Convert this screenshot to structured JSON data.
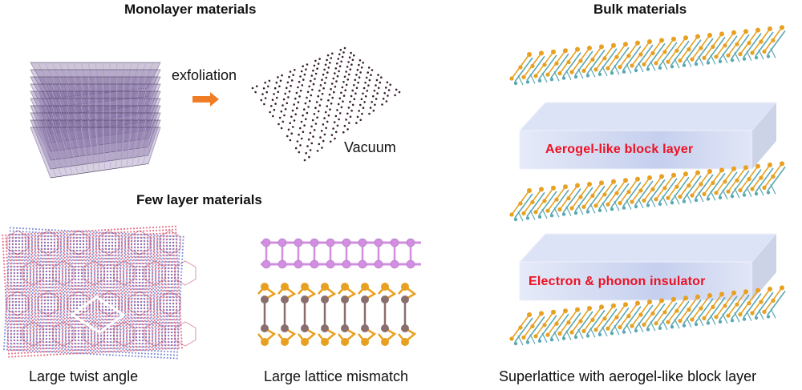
{
  "panels": {
    "monolayer": {
      "heading": "Monolayer materials",
      "process_label": "exfoliation",
      "environment_label": "Vacuum",
      "arrow_icon": "right-arrow-icon"
    },
    "few_layer": {
      "heading": "Few layer materials",
      "left_caption": "Large twist angle",
      "right_caption": "Large lattice mismatch"
    },
    "bulk": {
      "heading": "Bulk materials",
      "block_layer_1": "Aerogel-like block layer",
      "block_layer_2": "Electron & phonon insulator",
      "caption": "Superlattice with aerogel-like block layer"
    }
  },
  "colors": {
    "arrow": "#ef7d26",
    "block_text": "#ee1122",
    "block_face": "#c9d3ef",
    "lattice_dark": "#3d3050",
    "lattice_light": "#b9a6d6",
    "twist_red": "#e0506a",
    "twist_blue": "#5064c8",
    "pink_atom": "#d28ee0",
    "gold_atom": "#e8a020",
    "brown_atom": "#8a6e6e",
    "teal_atom": "#5aa8b4"
  }
}
